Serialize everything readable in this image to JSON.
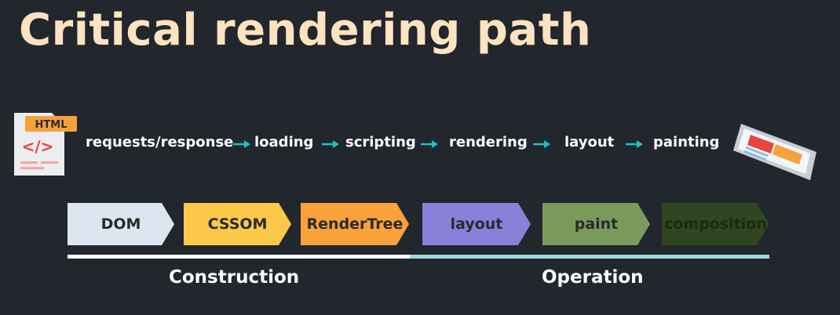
{
  "title": "Critical rendering path",
  "html_icon": {
    "badge": "HTML",
    "code": "</>"
  },
  "flow": [
    {
      "label": "requests/response"
    },
    {
      "label": "loading"
    },
    {
      "label": "scripting"
    },
    {
      "label": "rendering"
    },
    {
      "label": "layout"
    },
    {
      "label": "painting"
    }
  ],
  "stages": [
    {
      "label": "DOM",
      "color": "#dce6f0"
    },
    {
      "label": "CSSOM",
      "color": "#fbc849"
    },
    {
      "label": "RenderTree",
      "color": "#f9a13a"
    },
    {
      "label": "layout",
      "color": "#8a7fd9"
    },
    {
      "label": "paint",
      "color": "#7a9a5b"
    },
    {
      "label": "composition",
      "color": "#2f4620"
    }
  ],
  "phases": {
    "construction": {
      "label": "Construction",
      "color": "#ffffff"
    },
    "operation": {
      "label": "Operation",
      "color": "#9fd9dd"
    }
  },
  "colors": {
    "background": "#22262d",
    "title": "#fde3c0",
    "arrow": "#19c3cc"
  }
}
